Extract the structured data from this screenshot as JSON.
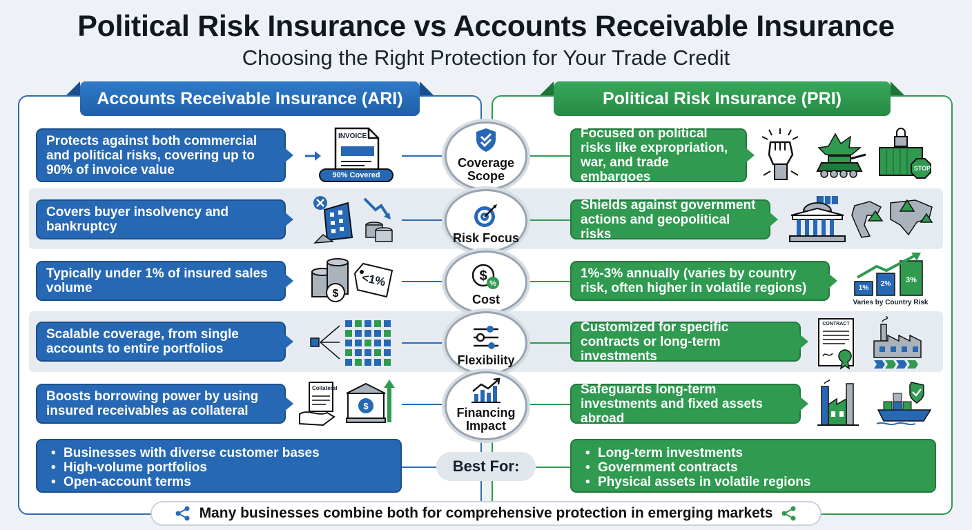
{
  "header": {
    "title": "Political Risk Insurance vs Accounts Receivable Insurance",
    "subtitle": "Choosing the Right Protection for Your Trade Credit"
  },
  "left_panel": {
    "title": "Accounts Receivable Insurance (ARI)",
    "accent": "#2768b4",
    "rows": [
      {
        "text": "Protects against both commercial and political risks, covering up to 90% of invoice value",
        "icon": "invoice-icon",
        "icon_title": "INVOICE",
        "icon_badge": "90% Covered"
      },
      {
        "text": "Covers buyer insolvency and bankruptcy",
        "icon": "collapsing-building-icon"
      },
      {
        "text": "Typically under 1% of insured sales volume",
        "icon": "coins-tag-icon",
        "icon_tag": "<1%"
      },
      {
        "text": "Scalable coverage, from single accounts to entire portfolios",
        "icon": "grid-portfolio-icon"
      },
      {
        "text": "Boosts borrowing power by using insured receivables as collateral",
        "icon": "collateral-bank-icon",
        "icon_doc": "Collateral"
      }
    ],
    "best_for": [
      "Businesses with diverse customer bases",
      "High-volume portfolios",
      "Open-account terms"
    ]
  },
  "right_panel": {
    "title": "Political Risk Insurance (PRI)",
    "accent": "#2f9a50",
    "rows": [
      {
        "text": "Focused on political risks like expropriation, war, and trade embargoes",
        "icon": "fist-tank-container-icon",
        "icon_stop": "STOP"
      },
      {
        "text": "Shields against government actions and geopolitical risks",
        "icon": "government-map-icon"
      },
      {
        "text": "1%-3% annually (varies by country risk, often higher in volatile regions)",
        "icon": "rising-bars-icon",
        "bars": [
          "1%",
          "2%",
          "3%"
        ],
        "caption": "Varies by Country Risk"
      },
      {
        "text": "Customized for specific contracts or long-term investments",
        "icon": "contract-factory-icon",
        "icon_doc": "CONTRACT"
      },
      {
        "text": "Safeguards long-term investments and fixed assets abroad",
        "icon": "factory-ship-icon"
      }
    ],
    "best_for": [
      "Long-term investments",
      "Government contracts",
      "Physical assets in volatile regions"
    ]
  },
  "center": {
    "items": [
      {
        "label": "Coverage Scope",
        "icon": "shield-check-icon"
      },
      {
        "label": "Risk Focus",
        "icon": "target-icon"
      },
      {
        "label": "Cost",
        "icon": "dollar-coin-icon"
      },
      {
        "label": "Flexibility",
        "icon": "sliders-icon"
      },
      {
        "label": "Financing Impact",
        "icon": "growth-chart-icon"
      }
    ],
    "best_for_label": "Best For:"
  },
  "footer": {
    "text": "Many businesses combine both for comprehensive protection in emerging markets",
    "icon": "share-network-icon"
  }
}
